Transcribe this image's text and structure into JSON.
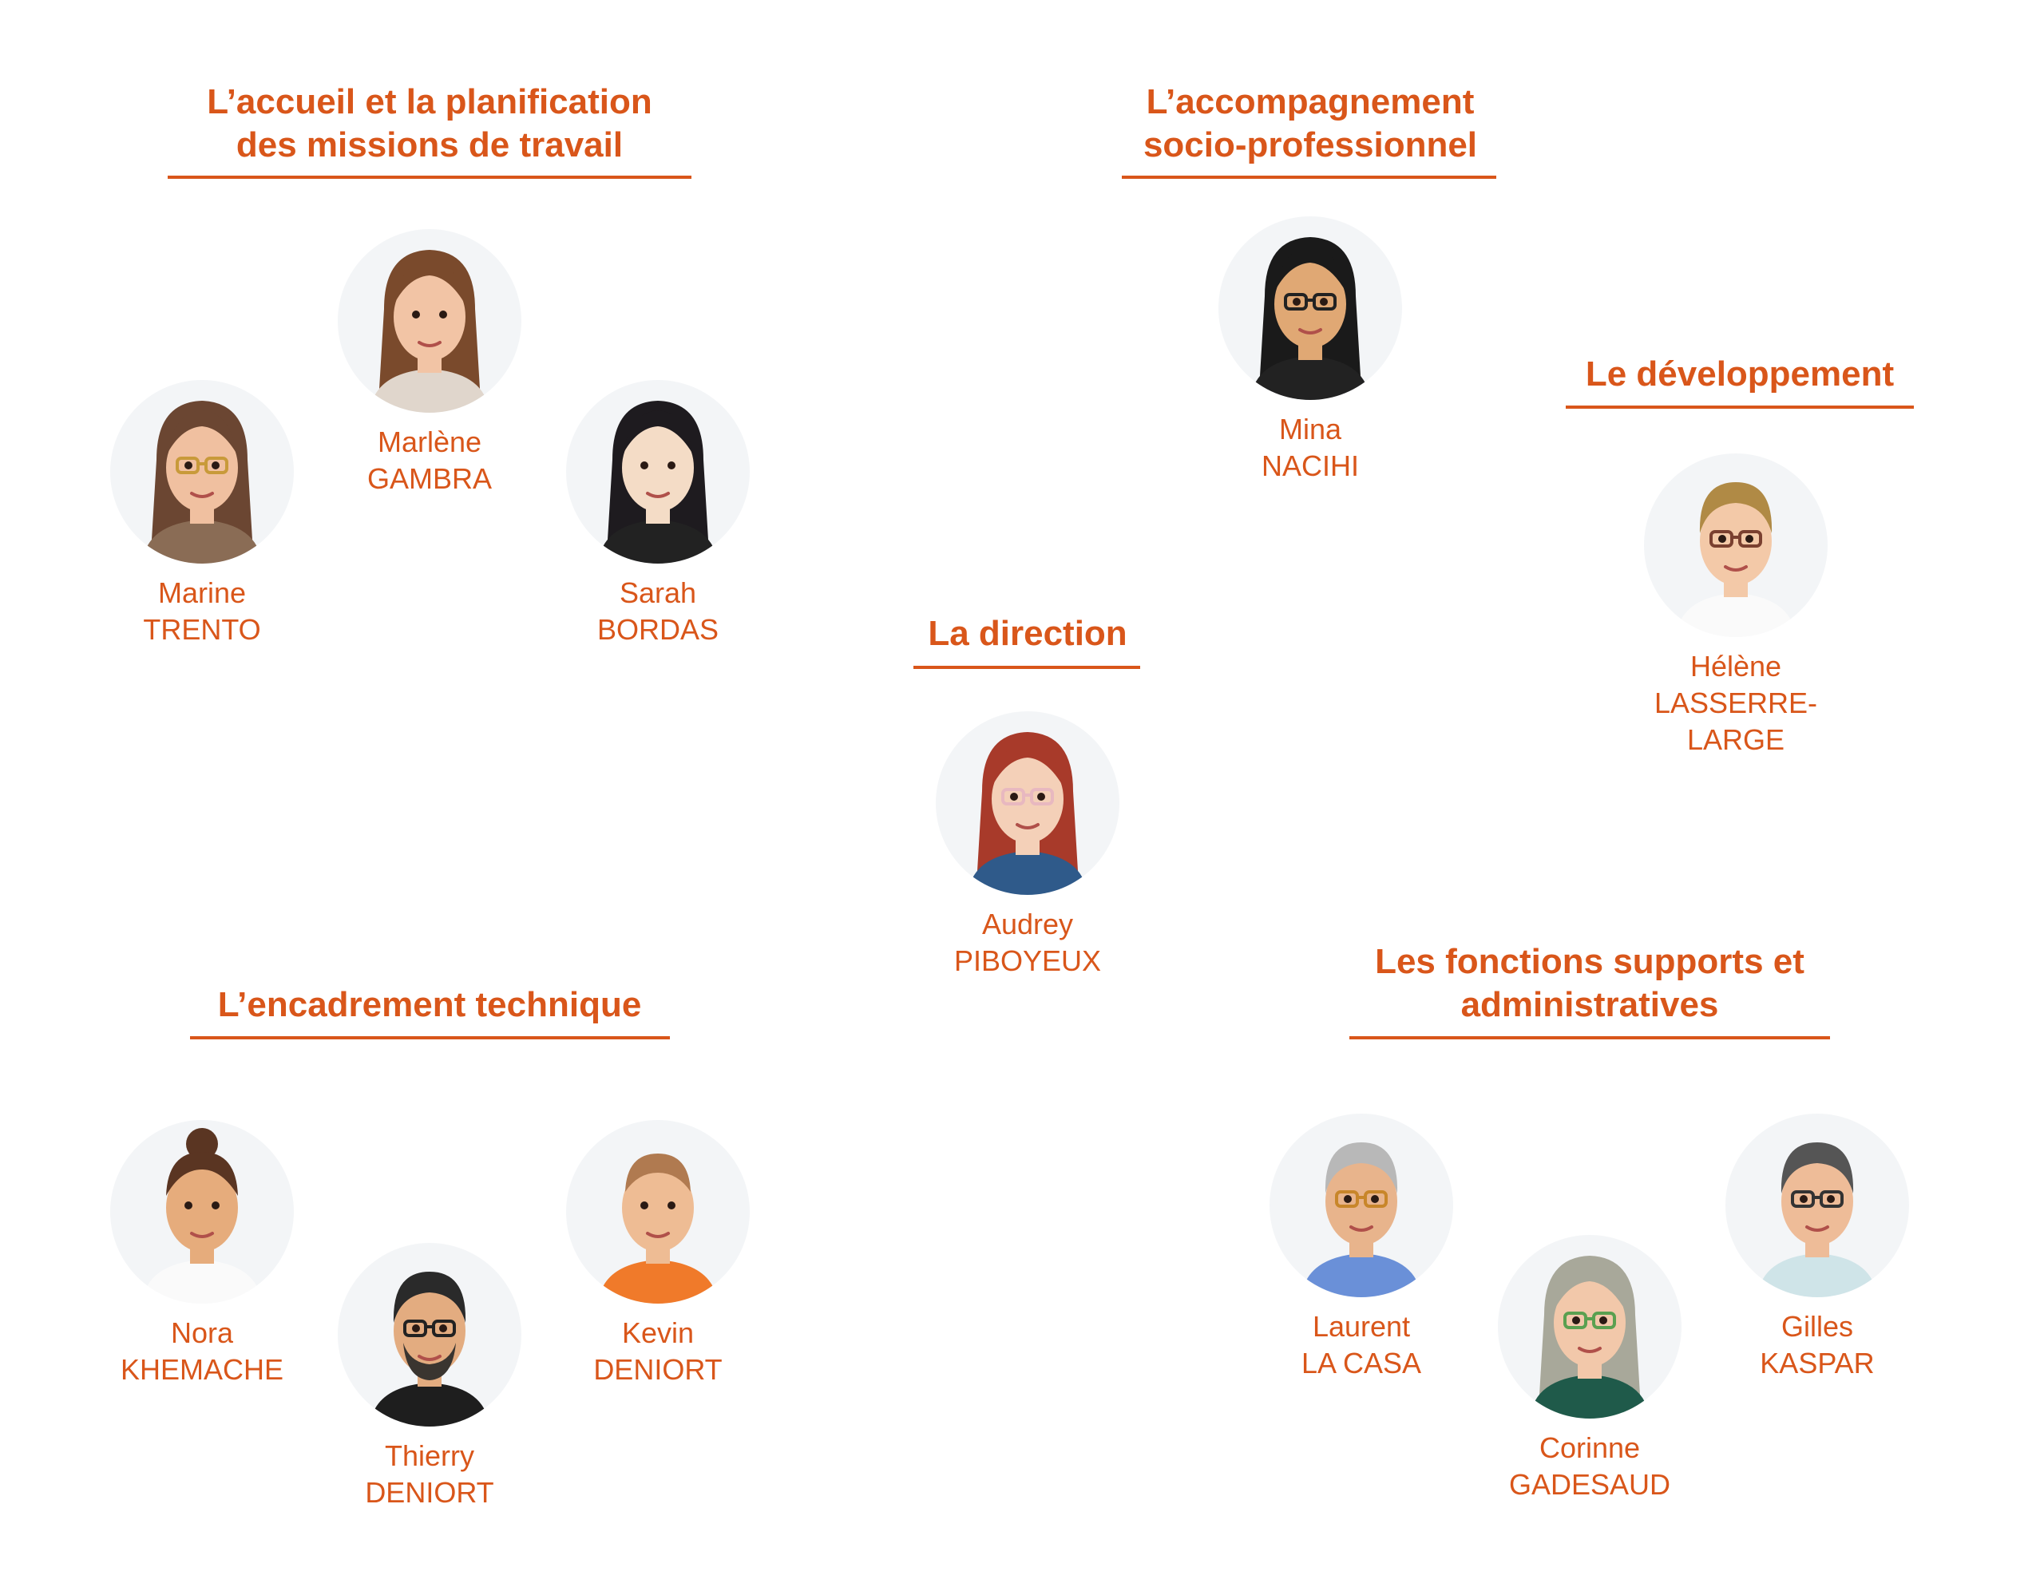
{
  "teams": {
    "accueil": {
      "title_line1": "L’accueil et la planification",
      "title_line2": "des missions de travail"
    },
    "accompagnement": {
      "title_line1": "L’accompagnement",
      "title_line2": "socio-professionnel"
    },
    "developpement": {
      "title": "Le développement"
    },
    "direction": {
      "title": "La direction"
    },
    "encadrement": {
      "title": "L’encadrement technique"
    },
    "supports": {
      "title_line1": "Les fonctions supports et",
      "title_line2": "administratives"
    }
  },
  "people": {
    "marlene": {
      "first": "Marlène",
      "last": "GAMBRA"
    },
    "marine": {
      "first": "Marine",
      "last": "TRENTO"
    },
    "sarah": {
      "first": "Sarah",
      "last": "BORDAS"
    },
    "mina": {
      "first": "Mina",
      "last": "NACIHI"
    },
    "helene": {
      "first": "Hélène",
      "last": "LASSERRE-LARGE"
    },
    "audrey": {
      "first": "Audrey",
      "last": "PIBOYEUX"
    },
    "nora": {
      "first": "Nora",
      "last": "KHEMACHE"
    },
    "thierry": {
      "first": "Thierry",
      "last": "DENIORT"
    },
    "kevin": {
      "first": "Kevin",
      "last": "DENIORT"
    },
    "laurent": {
      "first": "Laurent",
      "last": "LA CASA"
    },
    "corinne": {
      "first": "Corinne",
      "last": "GADESAUD"
    },
    "gilles": {
      "first": "Gilles",
      "last": "KASPAR"
    }
  },
  "colors": {
    "accent": "#d9561a",
    "avatar_bg": "#f3f5f7"
  }
}
